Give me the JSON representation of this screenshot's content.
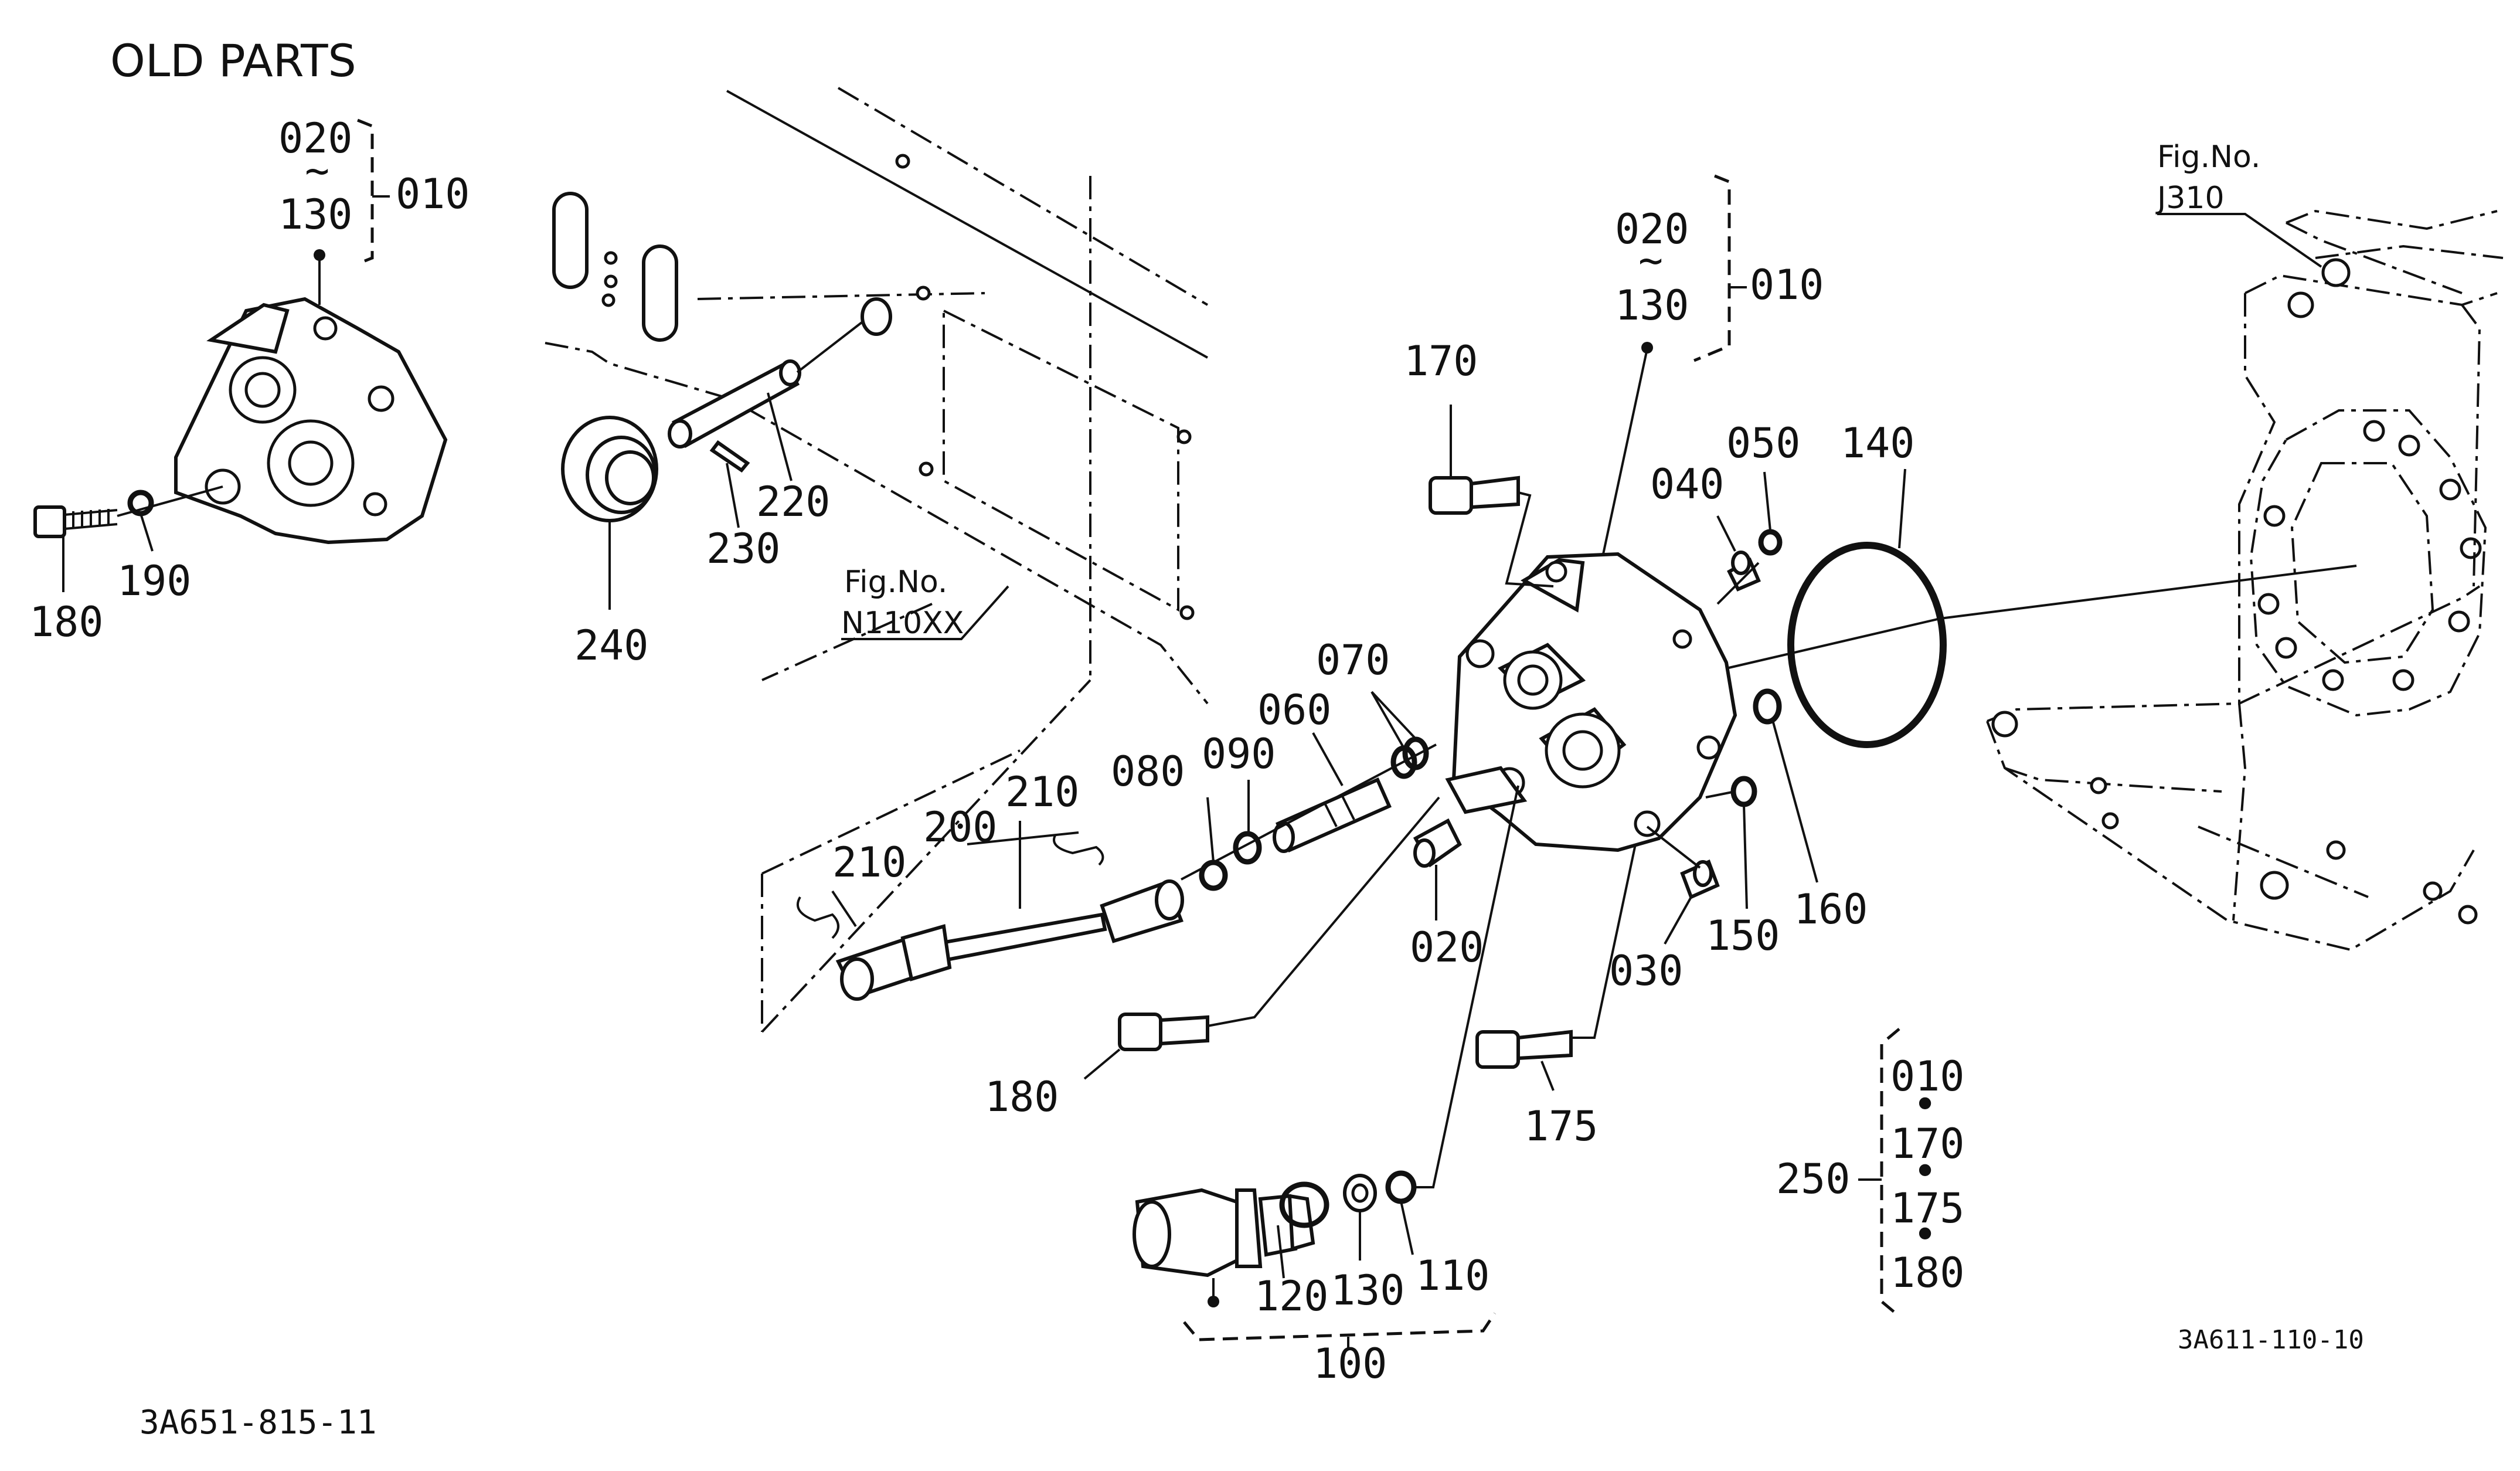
{
  "header": {
    "title": "OLD PARTS"
  },
  "codes": {
    "left": "3A651-815-11",
    "right": "3A611-110-10"
  },
  "fig_refs": [
    {
      "label": "Fig.No.",
      "ref": "N110XX"
    },
    {
      "label": "Fig.No.",
      "ref": "J310"
    }
  ],
  "old_group": {
    "from": "020",
    "tilde": "~",
    "to": "130",
    "assy": "010"
  },
  "main_group": {
    "from": "020",
    "tilde": "~",
    "to": "130",
    "assy": "010"
  },
  "valve_group": {
    "assy": "100"
  },
  "kit_group": {
    "kit": "250",
    "items": [
      "010",
      "170",
      "175",
      "180"
    ],
    "sep": "•"
  },
  "callouts": {
    "c180_old": "180",
    "c190": "190",
    "c220": "220",
    "c230": "230",
    "c240": "240",
    "c170": "170",
    "c040": "040",
    "c050": "050",
    "c140": "140",
    "c070": "070",
    "c060": "060",
    "c090": "090",
    "c080": "080",
    "c210a": "210",
    "c210b": "210",
    "c200": "200",
    "c020": "020",
    "c030": "030",
    "c150": "150",
    "c160": "160",
    "c180": "180",
    "c175": "175",
    "c120": "120",
    "c130": "130",
    "c110": "110"
  },
  "icons": [
    "housing-cover-icon",
    "o-ring-icon",
    "bolt-icon",
    "universal-joint-shaft-icon",
    "knob-icon",
    "valve-body-icon",
    "transmission-case-icon"
  ]
}
